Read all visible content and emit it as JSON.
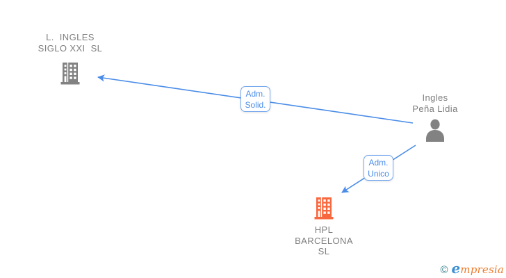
{
  "diagram": {
    "type": "org-relationship-chart",
    "nodes": {
      "company_top": {
        "line1": "L.  INGLES",
        "line2": "SIGLO XXI  SL",
        "entity_type": "company"
      },
      "person": {
        "line1": "Ingles",
        "line2": "Peña Lidia",
        "entity_type": "person"
      },
      "company_bottom": {
        "line1": "HPL",
        "line2": "BARCELONA",
        "line3": "SL",
        "entity_type": "company"
      }
    },
    "edges": {
      "adm_solid": {
        "line1": "Adm.",
        "line2": "Solid.",
        "from": "person",
        "to": "company_top"
      },
      "adm_unico": {
        "line1": "Adm.",
        "line2": "Unico",
        "from": "person",
        "to": "company_bottom"
      }
    },
    "colors": {
      "company_top_icon": "#828282",
      "person_icon": "#828282",
      "company_bottom_icon": "#f8683f",
      "edge": "#4a8ce8",
      "node_text": "#7e7e7e",
      "edge_label_text": "#4a8ce8",
      "edge_label_border": "#74a6ef"
    }
  },
  "watermark": {
    "copyright_symbol": "©",
    "brand_initial": "e",
    "brand_rest": "mpresia",
    "colors": {
      "copyright": "#2d7b86",
      "initial": "#3d8fd2",
      "rest": "#ee7b2c"
    }
  }
}
